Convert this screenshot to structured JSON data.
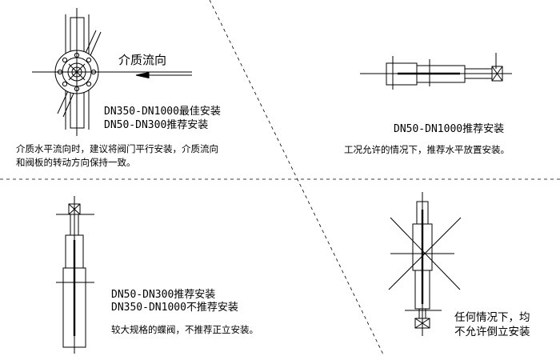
{
  "panels": {
    "top_left": {
      "flow_label": "介质流向",
      "title_lines": [
        "DN350-DN1000最佳安装",
        "DN50-DN300推荐安装"
      ],
      "note_lines": [
        "介质水平流向时，建议将阀门平行安装，介质流向",
        "和阀板的转动方向保持一致。"
      ]
    },
    "top_right": {
      "title": "DN50-DN1000推荐安装",
      "note": "工况允许的情况下，推荐水平放置安装。"
    },
    "bottom_left": {
      "title_lines": [
        "DN50-DN300推荐安装",
        "DN350-DN1000不推荐安装"
      ],
      "note": "较大规格的蝶阀，不推荐正立安装。"
    },
    "bottom_right": {
      "note_lines": [
        "任何情况下，均",
        "不允许倒立安装"
      ]
    }
  }
}
